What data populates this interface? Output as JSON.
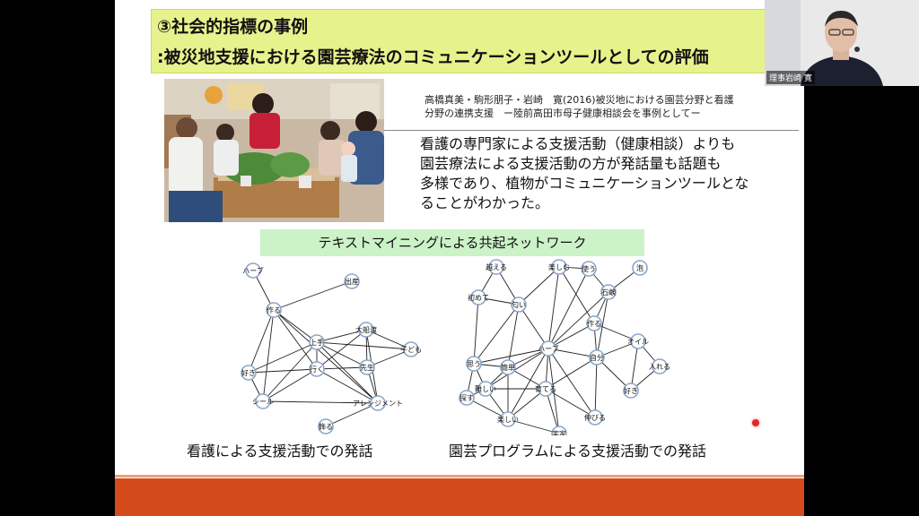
{
  "slide": {
    "title_line1": "③社会的指標の事例",
    "title_line2": ":被災地支援における園芸療法のコミュニケーションツールとしての評価",
    "citation_line1": "高橋真美・駒形朋子・岩崎　寛(2016)被災地における園芸分野と看護",
    "citation_line2": "分野の連携支援　ー陸前高田市母子健康相談会を事例としてー",
    "summary_lines": [
      "看護の専門家による支援活動（健康相談）よりも",
      "園芸療法による支援活動の方が発話量も話題も",
      "多様であり、植物がコミュニケーションツールとな",
      "ることがわかった。"
    ],
    "network_banner": "テキストマイニングによる共起ネットワーク",
    "caption_left": "看護による支援活動での発話",
    "caption_right": "園芸プログラムによる支援活動での発話"
  },
  "webcam": {
    "name_label": "理事岩崎 寛"
  },
  "networks": {
    "left": {
      "nodes": [
        "ハーブ",
        "出産",
        "作る",
        "大船渡",
        "上手",
        "子ども",
        "好き",
        "行く",
        "先生",
        "シール",
        "アレンジメント",
        "飾る"
      ],
      "edges": [
        [
          0,
          2
        ],
        [
          1,
          2
        ],
        [
          2,
          6
        ],
        [
          2,
          9
        ],
        [
          2,
          4
        ],
        [
          2,
          7
        ],
        [
          3,
          4
        ],
        [
          3,
          5
        ],
        [
          3,
          8
        ],
        [
          3,
          10
        ],
        [
          4,
          5
        ],
        [
          4,
          6
        ],
        [
          4,
          7
        ],
        [
          4,
          8
        ],
        [
          4,
          9
        ],
        [
          5,
          8
        ],
        [
          6,
          7
        ],
        [
          6,
          9
        ],
        [
          7,
          9
        ],
        [
          7,
          10
        ],
        [
          7,
          8
        ],
        [
          8,
          10
        ],
        [
          9,
          10
        ],
        [
          10,
          11
        ],
        [
          4,
          10
        ],
        [
          2,
          10
        ],
        [
          3,
          7
        ]
      ]
    },
    "right": {
      "nodes": [
        "越える",
        "楽しむ",
        "使う",
        "泡",
        "初めて",
        "石鹸",
        "匂い",
        "作る",
        "ハーブ",
        "オイル",
        "思う",
        "簡単",
        "自分",
        "入れる",
        "難しい",
        "育てる",
        "好き",
        "探す",
        "楽しい",
        "伸びる",
        "実家"
      ],
      "edges": [
        [
          0,
          6
        ],
        [
          0,
          4
        ],
        [
          1,
          8
        ],
        [
          1,
          6
        ],
        [
          1,
          2
        ],
        [
          1,
          7
        ],
        [
          2,
          5
        ],
        [
          2,
          8
        ],
        [
          3,
          5
        ],
        [
          4,
          6
        ],
        [
          4,
          10
        ],
        [
          5,
          7
        ],
        [
          5,
          8
        ],
        [
          5,
          12
        ],
        [
          6,
          8
        ],
        [
          6,
          11
        ],
        [
          6,
          10
        ],
        [
          7,
          8
        ],
        [
          7,
          12
        ],
        [
          7,
          9
        ],
        [
          8,
          10
        ],
        [
          8,
          11
        ],
        [
          8,
          12
        ],
        [
          8,
          14
        ],
        [
          8,
          15
        ],
        [
          8,
          18
        ],
        [
          8,
          19
        ],
        [
          8,
          20
        ],
        [
          9,
          12
        ],
        [
          9,
          13
        ],
        [
          9,
          16
        ],
        [
          10,
          11
        ],
        [
          10,
          14
        ],
        [
          10,
          17
        ],
        [
          11,
          14
        ],
        [
          11,
          15
        ],
        [
          12,
          15
        ],
        [
          12,
          16
        ],
        [
          13,
          16
        ],
        [
          14,
          17
        ],
        [
          14,
          18
        ],
        [
          14,
          15
        ],
        [
          15,
          18
        ],
        [
          15,
          20
        ],
        [
          17,
          18
        ],
        [
          18,
          20
        ],
        [
          15,
          19
        ],
        [
          12,
          19
        ],
        [
          11,
          18
        ]
      ]
    }
  }
}
